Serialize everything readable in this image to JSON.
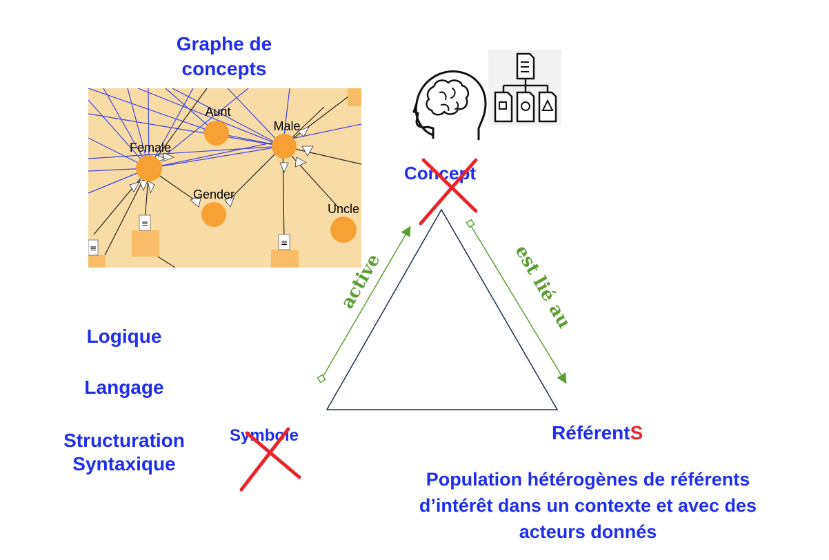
{
  "graph_title": "Graphe de\nconcepts",
  "left_items": [
    "Logique",
    "Langage",
    "Structuration\nSyntaxique"
  ],
  "triangle": {
    "concept": "Concept",
    "symbol": "Symbole",
    "referent_main": "Référent",
    "referent_suffix": "S",
    "edge_left": "active",
    "edge_right": "est lié au"
  },
  "population_text": "Population hétérogènes de référents d’intérêt dans un contexte et avec des acteurs donnés",
  "graph_nodes": [
    "Aunt",
    "Male",
    "Female",
    "Gender",
    "Uncle"
  ],
  "colors": {
    "text_blue": "#1f2ee8",
    "accent_red": "#e8242a",
    "arrow_green": "#5b9e32",
    "graph_bg": "#f9dba6",
    "node_orange": "#f7a033",
    "triangle": "#1c2b4a"
  },
  "icons": [
    "brain-head-icon",
    "document-hierarchy-icon",
    "cross-out-mark"
  ]
}
